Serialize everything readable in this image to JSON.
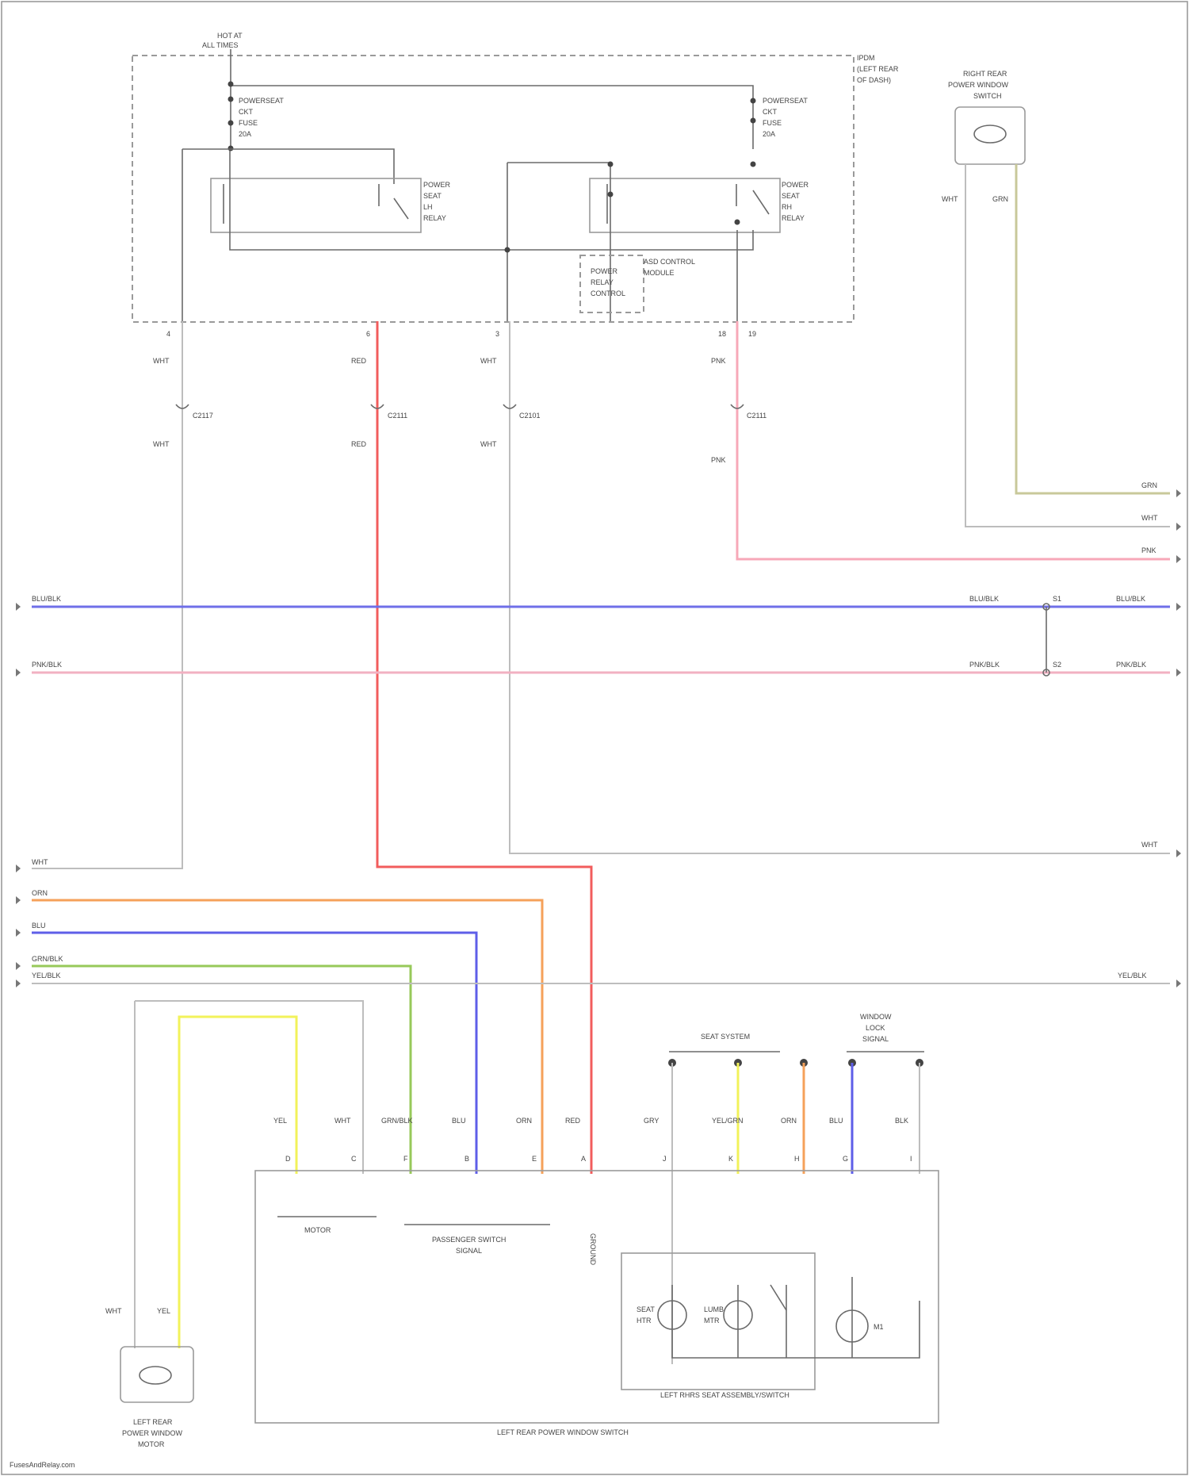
{
  "fuse_header": {
    "line1": "HOT AT",
    "line2": "ALL TIMES"
  },
  "panel_label": [
    "IPDM",
    "(LEFT REAR",
    "OF DASH)"
  ],
  "fuses": {
    "left": [
      "POWERSEAT",
      "CKT",
      "FUSE",
      "20A"
    ],
    "right": [
      "POWERSEAT",
      "CKT",
      "FUSE",
      "20A"
    ]
  },
  "relays": {
    "left": [
      "POWER",
      "SEAT",
      "LH",
      "RELAY"
    ],
    "right": [
      "POWER",
      "SEAT",
      "RH",
      "RELAY"
    ]
  },
  "control_module": {
    "box": [
      "POWER",
      "RELAY",
      "CONTROL"
    ],
    "side": [
      "ASD CONTROL",
      "MODULE"
    ]
  },
  "pins_top": [
    "4",
    "6",
    "3",
    "18",
    "19"
  ],
  "wire_labels_top": {
    "w1": "WHT",
    "w2": "RED",
    "w3": "WHT",
    "w4": "PNK",
    "w1b": "WHT",
    "w2b": "RED",
    "w3b": "WHT",
    "w4b": "PNK"
  },
  "connectors_top": [
    "C2117",
    "C2111",
    "C2101",
    "C2111"
  ],
  "rh_motor": {
    "title": [
      "RIGHT REAR",
      "POWER WINDOW",
      "SWITCH"
    ],
    "wire_a": "WHT",
    "wire_b": "GRN"
  },
  "right_outputs": [
    "GRN",
    "WHT",
    "PNK"
  ],
  "bus": {
    "blu_left": "BLU/BLK",
    "blu_mid": "BLU/BLK",
    "blu_right": "BLU/BLK",
    "pnk_left": "PNK/BLK",
    "pnk_mid": "PNK/BLK",
    "pnk_right": "PNK/BLK",
    "splice_top": "S1",
    "splice_bottom": "S2"
  },
  "left_inputs": [
    "WHT",
    "ORN",
    "BLU",
    "GRN/BLK",
    "YEL/BLK"
  ],
  "right_misc": {
    "wht": "WHT",
    "yel_blk": "YEL/BLK"
  },
  "switch": {
    "title": "LEFT REAR POWER WINDOW SWITCH",
    "wire_labels": [
      "YEL",
      "WHT",
      "GRN/BLK",
      "BLU",
      "ORN",
      "RED",
      "GRY",
      "YEL/GRN",
      "ORN",
      "BLU",
      "BLK"
    ],
    "pins": [
      "D",
      "C",
      "F",
      "B",
      "E",
      "A",
      "J",
      "K",
      "H",
      "G",
      "I"
    ],
    "group1": "MOTOR",
    "group2": [
      "PASSENGER SWITCH",
      "SIGNAL"
    ],
    "group3_label": "GROUND"
  },
  "seat_module": {
    "title": "LEFT RHRS SEAT ASSEMBLY/SWITCH",
    "heater_a": [
      "SEAT",
      "HTR"
    ],
    "heater_b": [
      "LUMB",
      "MTR"
    ],
    "m_label": "M1"
  },
  "top_right_groups": {
    "seat_system": "SEAT SYSTEM",
    "window": [
      "WINDOW",
      "LOCK",
      "SIGNAL"
    ]
  },
  "lh_motor": {
    "title": [
      "LEFT REAR",
      "POWER WINDOW",
      "MOTOR"
    ],
    "wire_a": "WHT",
    "wire_b": "YEL"
  },
  "footer": "FusesAndRelay.com"
}
